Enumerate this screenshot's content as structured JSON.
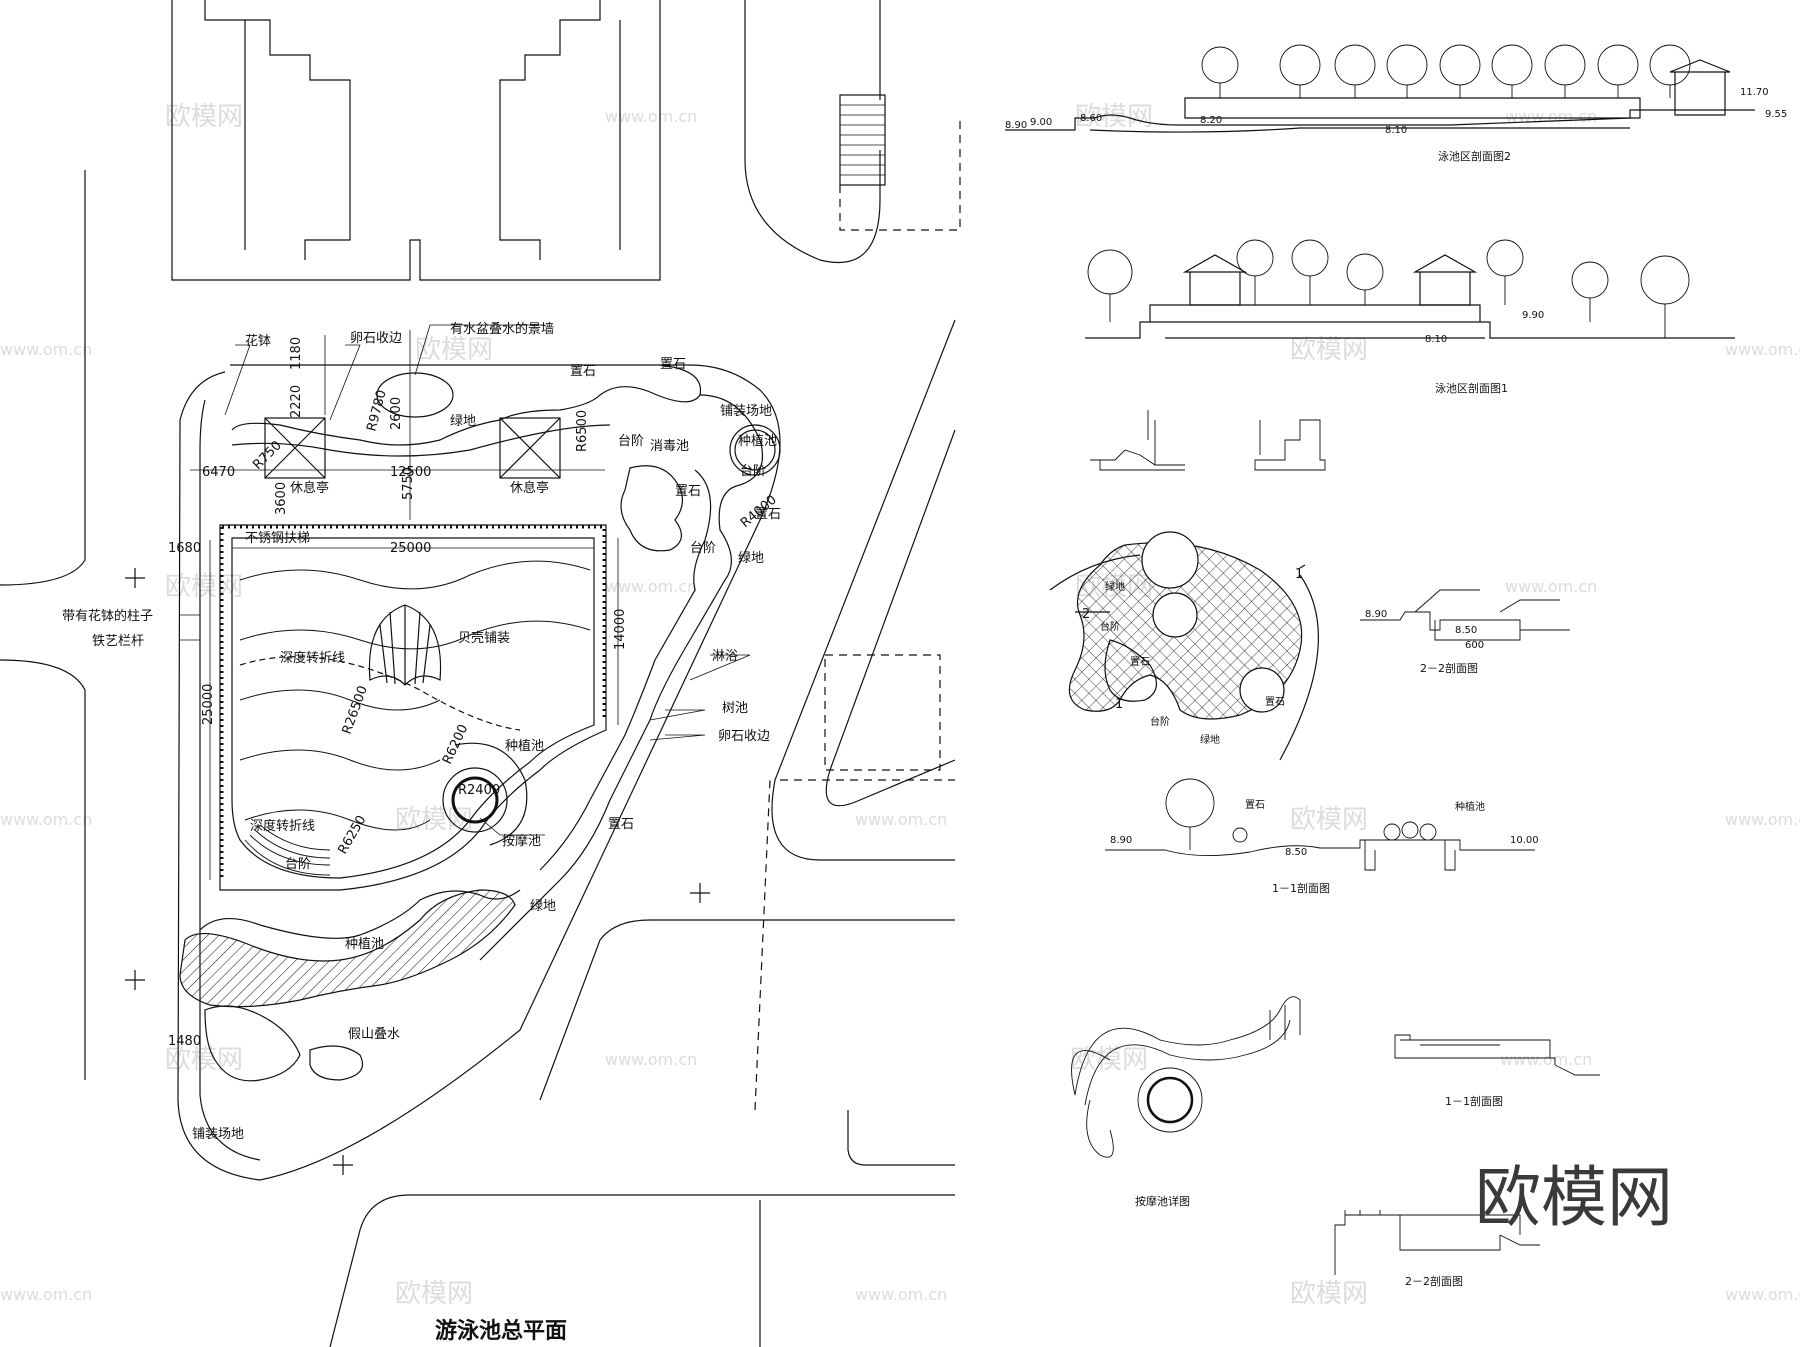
{
  "watermark": {
    "brand": "欧模网",
    "url": "www.om.cn"
  },
  "plan": {
    "title": "游泳池总平面",
    "labels": {
      "flower_pot": "花钵",
      "pebble_edge_top": "卵石收边",
      "water_wall": "有水盆叠水的景墙",
      "rock_top": "置石",
      "rock_top2": "置石",
      "green_top": "绿地",
      "paving_top": "铺装场地",
      "planter_top": "种植池",
      "steps_top": "台阶",
      "disinfect": "消毒池",
      "rock_mid": "置石",
      "steps_right": "台阶",
      "steps_mid": "台阶",
      "rock_right": "置石",
      "green_right": "绿地",
      "pavilion_left": "休息亭",
      "pavilion_right": "休息亭",
      "steel_ladder": "不锈钢扶梯",
      "pillar_with_pot": "带有花钵的柱子",
      "iron_railing": "铁艺栏杆",
      "shell_paving": "贝壳铺装",
      "depth_line_1": "深度转折线",
      "shower": "淋浴",
      "tree_pool": "树池",
      "pebble_edge_right": "卵石收边",
      "planter_mid": "种植池",
      "spa_pool": "按摩池",
      "rock_lower": "置石",
      "depth_line_2": "深度转折线",
      "steps_bottom": "台阶",
      "green_lower": "绿地",
      "planter_lower": "种植池",
      "rockery_water": "假山叠水",
      "paving_bottom": "铺装场地"
    },
    "dims": {
      "d1180": "1180",
      "d2220": "2220",
      "d6470": "6470",
      "d12500": "12500",
      "d5750": "5750",
      "d2600": "2600",
      "d3600": "3600",
      "r9780": "R9780",
      "r6500": "R6500",
      "r750": "R750",
      "r4000": "R4000",
      "d1680": "1680",
      "d25000_top": "25000",
      "d14000": "14000",
      "d25000_left": "25000",
      "r26500": "R26500",
      "r6200": "R6200",
      "r2400": "R2400",
      "r6250": "R6250",
      "d1480": "1480"
    }
  },
  "right_panel": {
    "section2_title": "泳池区剖面图2",
    "section1_title": "泳池区剖面图1",
    "elev_890": "8.90",
    "elev_900": "9.00",
    "elev_860": "8.60",
    "elev_820": "8.20",
    "elev_810": "8.10",
    "elev_990": "9.90",
    "elev_1170": "11.70",
    "elev_955": "9.55",
    "elev_850": "8.50",
    "elev_1000": "10.00",
    "detail_green": "绿地",
    "detail_steps": "台阶",
    "detail_rock": "置石",
    "detail_rock2": "置石",
    "detail_steps2": "台阶",
    "detail_green2": "绿地",
    "detail_num_1": "1",
    "detail_num_2": "2",
    "detail_num_1b": "1",
    "sec22_upper": "2－2剖面图",
    "sec22_upper_600": "600",
    "sec22_upper_890": "8.90",
    "sec22_upper_850": "8.50",
    "sec11_upper": "1－1剖面图",
    "sec11_rock": "置石",
    "sec11_planter": "种植池",
    "spa_detail": "按摩池详图",
    "sec11_lower": "1－1剖面图",
    "sec22_lower": "2－2剖面图"
  }
}
